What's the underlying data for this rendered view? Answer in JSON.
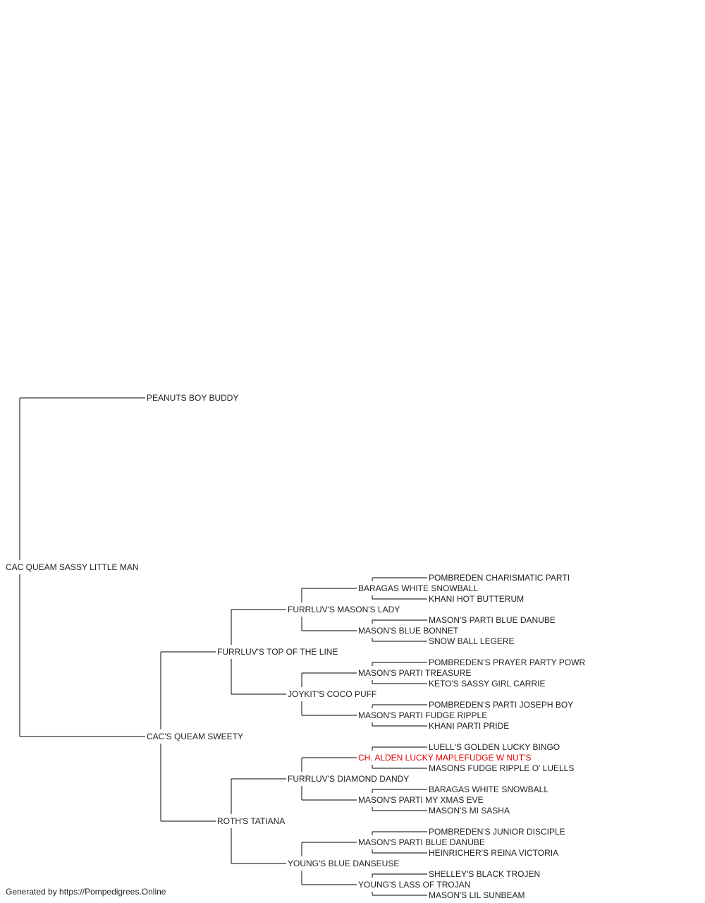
{
  "footer": "Generated by https://Pompedigrees.Online",
  "colors": {
    "line": "#333333",
    "text": "#222222",
    "highlight": "#e60000"
  },
  "pedigree": {
    "name": "CAC QUEAM SASSY LITTLE MAN",
    "sire": {
      "name": "PEANUTS BOY BUDDY"
    },
    "dam": {
      "name": "CAC'S QUEAM SWEETY",
      "sire": {
        "name": "FURRLUV'S TOP OF THE LINE",
        "sire": {
          "name": "FURRLUV'S MASON'S LADY",
          "sire": {
            "name": "BARAGAS WHITE SNOWBALL",
            "sire": {
              "name": "POMBREDEN CHARISMATIC PARTI"
            },
            "dam": {
              "name": "KHANI HOT BUTTERUM"
            }
          },
          "dam": {
            "name": "MASON'S BLUE BONNET",
            "sire": {
              "name": "MASON'S PARTI BLUE DANUBE"
            },
            "dam": {
              "name": "SNOW BALL LEGERE"
            }
          }
        },
        "dam": {
          "name": "JOYKIT'S COCO PUFF",
          "sire": {
            "name": "MASON'S PARTI TREASURE",
            "sire": {
              "name": "POMBREDEN'S PRAYER PARTY POWR"
            },
            "dam": {
              "name": "KETO'S SASSY GIRL CARRIE"
            }
          },
          "dam": {
            "name": "MASON'S PARTI FUDGE RIPPLE",
            "sire": {
              "name": "POMBREDEN'S PARTI JOSEPH BOY"
            },
            "dam": {
              "name": "KHANI PARTI PRIDE"
            }
          }
        }
      },
      "dam": {
        "name": "ROTH'S TATIANA",
        "sire": {
          "name": "FURRLUV'S DIAMOND DANDY",
          "sire": {
            "name": "CH. ALDEN LUCKY MAPLEFUDGE W NUT'S",
            "highlight": true,
            "sire": {
              "name": "LUELL'S GOLDEN LUCKY BINGO"
            },
            "dam": {
              "name": "MASONS FUDGE RIPPLE O' LUELLS"
            }
          },
          "dam": {
            "name": "MASON'S PARTI MY XMAS EVE",
            "sire": {
              "name": "BARAGAS WHITE SNOWBALL"
            },
            "dam": {
              "name": "MASON'S MI SASHA"
            }
          }
        },
        "dam": {
          "name": "YOUNG'S BLUE DANSEUSE",
          "sire": {
            "name": "MASON'S PARTI BLUE DANUBE",
            "sire": {
              "name": "POMBREDEN'S JUNIOR DISCIPLE"
            },
            "dam": {
              "name": "HEINRICHER'S REINA VICTORIA"
            }
          },
          "dam": {
            "name": "YOUNG'S LASS OF TROJAN",
            "sire": {
              "name": "SHELLEY'S BLACK TROJEN"
            },
            "dam": {
              "name": "MASON'S LIL SUNBEAM"
            }
          }
        }
      }
    }
  }
}
